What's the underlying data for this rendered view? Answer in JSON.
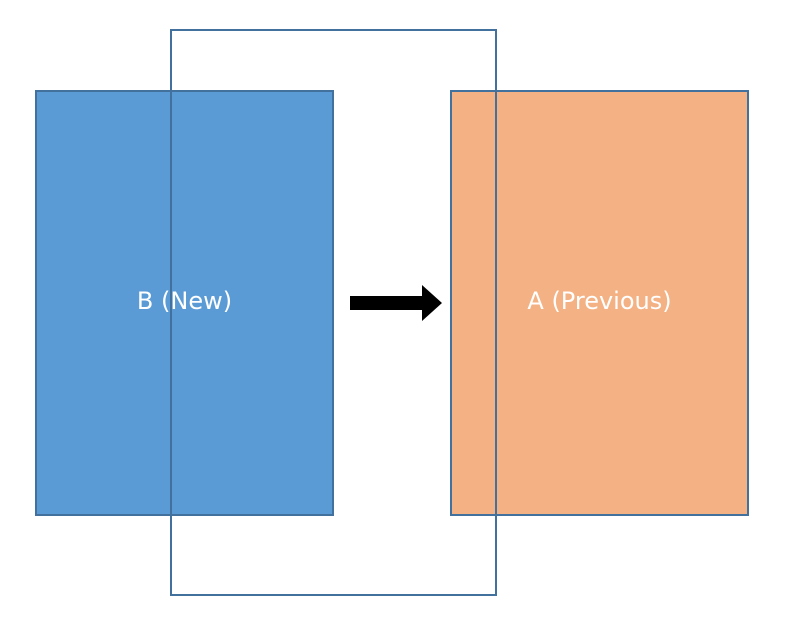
{
  "diagram": {
    "box_b": {
      "label": "B (New)",
      "fill": "#5b9bd5"
    },
    "box_a": {
      "label": "A (Previous)",
      "fill": "#f4b183"
    },
    "outline_color": "#41719c",
    "arrow": {
      "direction": "right",
      "color": "#000000"
    }
  }
}
